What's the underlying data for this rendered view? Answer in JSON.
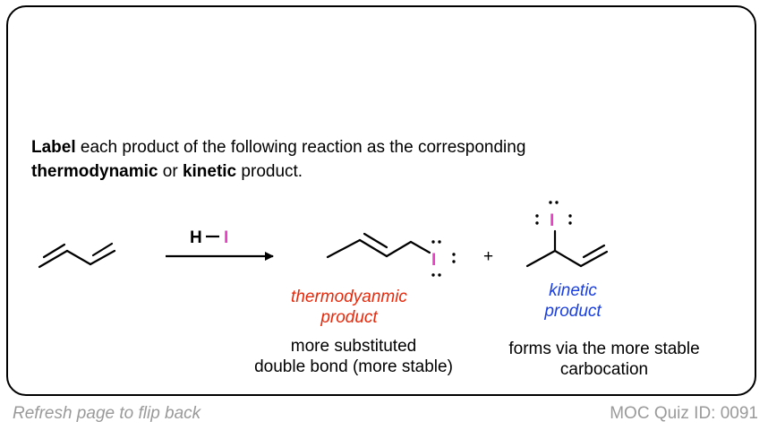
{
  "question": {
    "w1": "Label",
    "t1": " each product of the following reaction as the corresponding",
    "w2": "thermodynamic",
    "t2": " or ",
    "w3": "kinetic",
    "t3": " product."
  },
  "reagent": {
    "h": "H",
    "i": "I"
  },
  "atoms": {
    "iodine": "I",
    "plus": "+"
  },
  "labels": {
    "thermo_line1": "thermodyanmic",
    "thermo_line2": "product",
    "kinetic_line1": "kinetic",
    "kinetic_line2": "product",
    "thermo_desc_line1": "more substituted",
    "thermo_desc_line2": "double bond (more stable)",
    "kinetic_desc_line1": "forms via the more stable",
    "kinetic_desc_line2": "carbocation"
  },
  "footer": {
    "left": "Refresh page to flip back",
    "right": "MOC Quiz ID: 0091"
  },
  "colors": {
    "iodine": "#e83fc4",
    "thermodynamic": "#e8290b",
    "kinetic": "#1a3fe0",
    "footer": "#9a9a9a"
  }
}
